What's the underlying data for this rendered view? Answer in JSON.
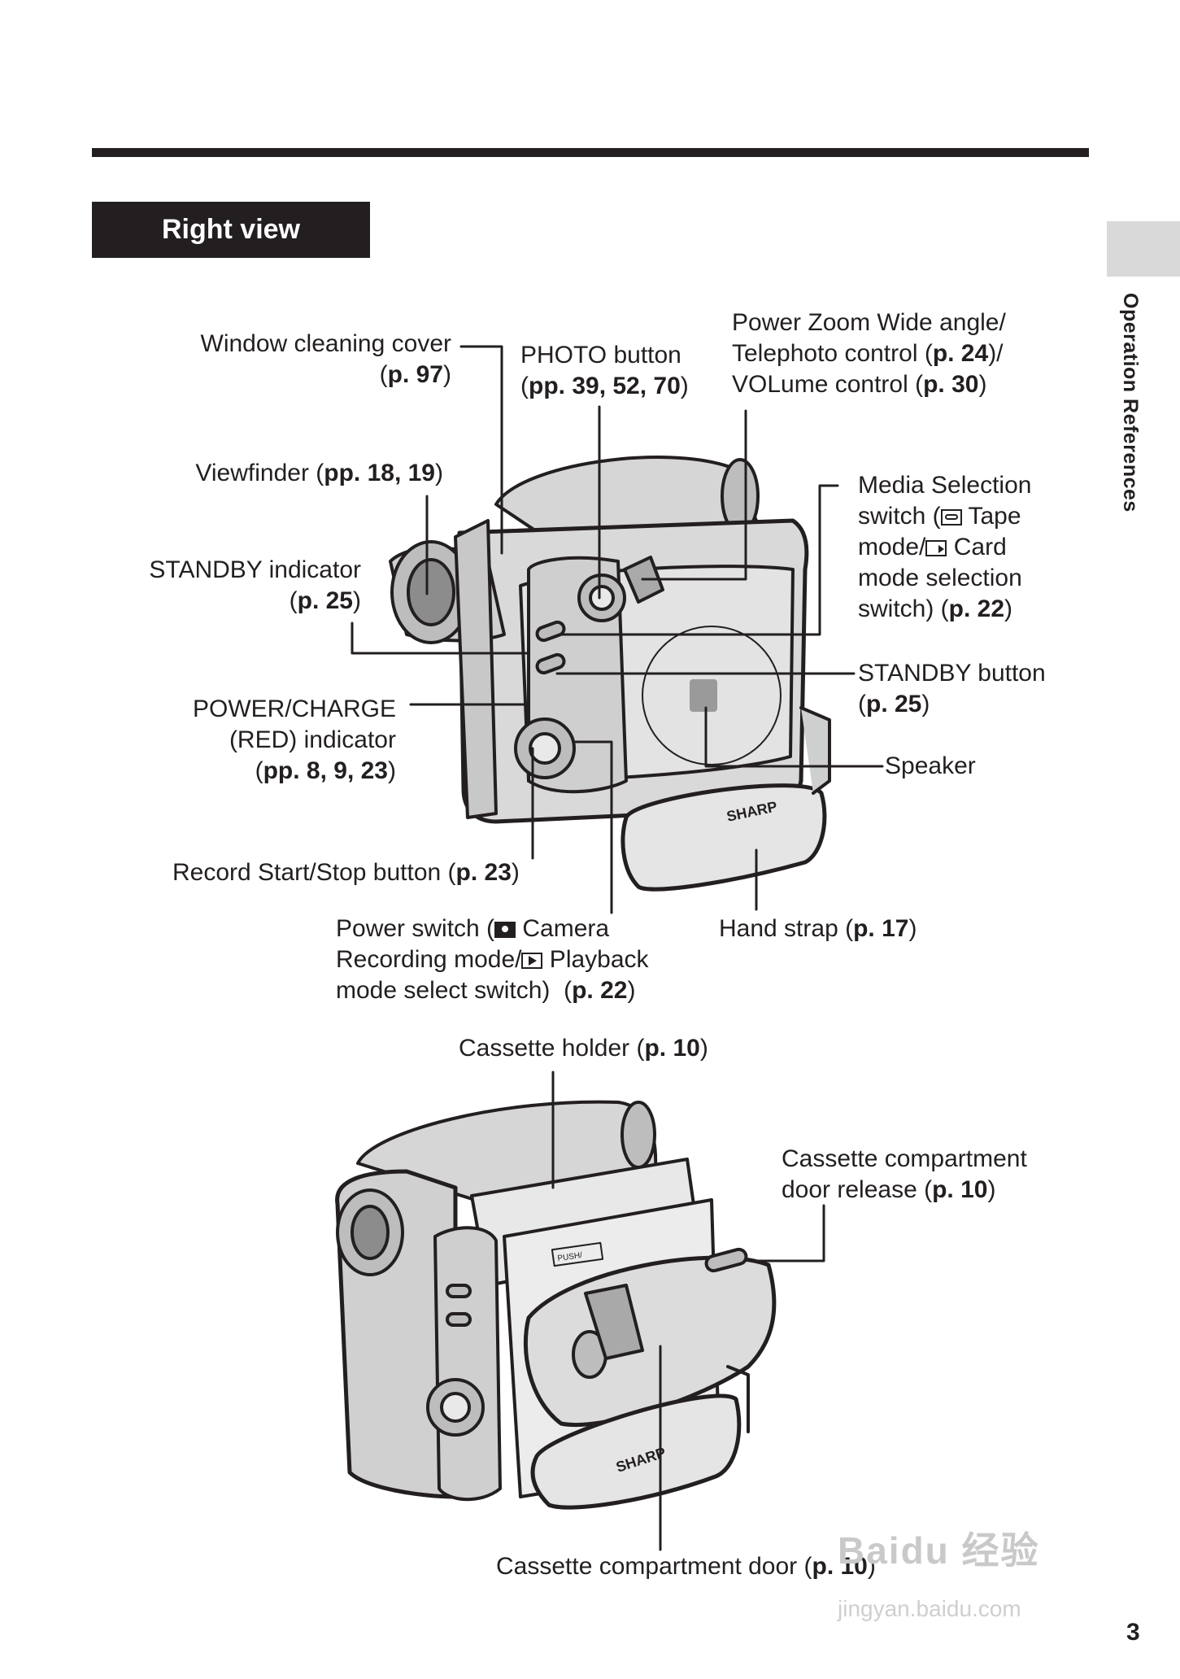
{
  "section_title": "Right view",
  "side_tab_label": "Operation References",
  "page_number": "3",
  "labels": {
    "window_cleaning_cover": {
      "text": "Window cleaning cover",
      "ref": "p. 97"
    },
    "photo_button": {
      "text": "PHOTO button",
      "ref": "pp. 39, 52, 70"
    },
    "power_zoom": {
      "line1": "Power Zoom Wide angle/",
      "line2_pre": "Telephoto control (",
      "ref1": "p. 24",
      "line2_post": ")/",
      "line3_pre": "VOLume control (",
      "ref2": "p. 30"
    },
    "viewfinder": {
      "text": "Viewfinder",
      "ref": "pp. 18, 19"
    },
    "media_selection": {
      "line1": "Media Selection",
      "line2_pre": "switch (",
      "line2_post": " Tape",
      "line3_pre": "mode/",
      "line3_post": " Card",
      "line4": "mode selection",
      "line5_pre": "switch) (",
      "ref": "p. 22"
    },
    "standby_indicator": {
      "text": "STANDBY indicator",
      "ref": "p. 25"
    },
    "standby_button": {
      "text": "STANDBY button",
      "ref": "p. 25"
    },
    "power_charge": {
      "line1": "POWER/CHARGE",
      "line2": "(RED) indicator",
      "ref": "pp. 8, 9, 23"
    },
    "speaker": {
      "text": "Speaker"
    },
    "record_button": {
      "text": "Record Start/Stop button",
      "ref": "p. 23"
    },
    "power_switch": {
      "line1_pre": "Power switch (",
      "line1_post": " Camera",
      "line2_pre": "Recording mode/",
      "line2_post": " Playback",
      "line3": "mode select switch)",
      "ref": "p. 22"
    },
    "hand_strap": {
      "text": "Hand strap",
      "ref": "p. 17"
    },
    "cassette_holder": {
      "text": "Cassette holder",
      "ref": "p. 10"
    },
    "door_release": {
      "line1": "Cassette compartment",
      "line2": "door release",
      "ref": "p. 10"
    },
    "compartment_door": {
      "text": "Cassette compartment door",
      "ref": "p. 10"
    }
  },
  "illustration_text": {
    "brand": "SHARP",
    "push_label": "PUSH/"
  },
  "watermark": {
    "line1": "Baidu 经验",
    "line2": "jingyan.baidu.com"
  }
}
